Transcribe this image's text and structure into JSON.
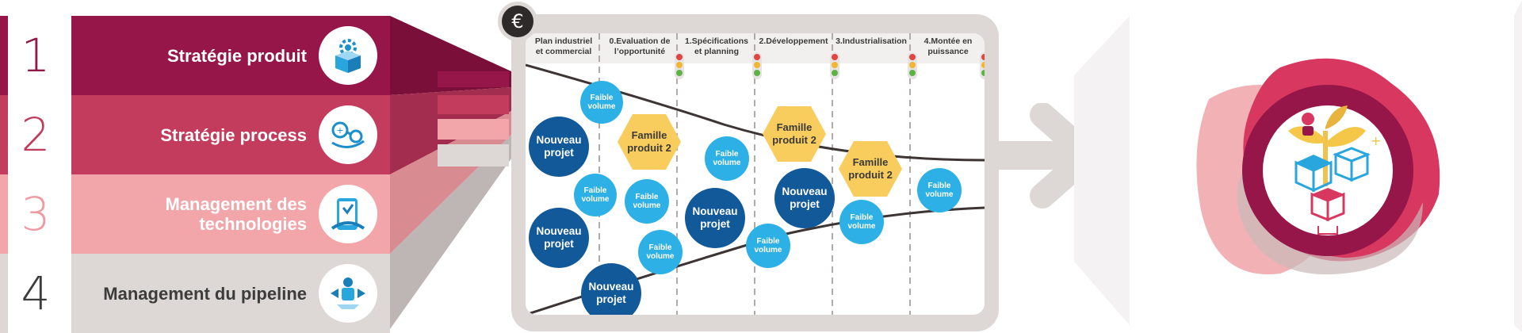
{
  "rows": [
    {
      "number": "1",
      "label": "Stratégie produit",
      "icon": "box-gear-icon",
      "color": "#96164a",
      "number_color": "#8f1a48"
    },
    {
      "number": "2",
      "label": "Stratégie process",
      "icon": "process-nodes-icon",
      "color": "#c33c5e",
      "number_color": "#c03c5c"
    },
    {
      "number": "3",
      "label": "Management des technologies",
      "icon": "tablet-hand-icon",
      "color": "#f3a6aa",
      "number_color": "#ef9aa2"
    },
    {
      "number": "4",
      "label": "Management du pipeline",
      "icon": "person-arrows-icon",
      "color": "#ddd7d6",
      "number_color": "#3c3c3c"
    }
  ],
  "pipeline": {
    "currency_icon": "euro-icon",
    "stages": [
      "Plan industriel et commercial",
      "0.Evaluation de l’opportunité",
      "1.Spécifications et planning",
      "2.Développement",
      "3.Industrialisation",
      "4.Montée en puissance"
    ],
    "gate_numbers": [
      "0",
      "1",
      "2",
      "3",
      "4"
    ],
    "projects": {
      "new_project": "Nouveau projet",
      "low_volume": "Faible volume",
      "family": "Famille produit 2"
    }
  },
  "colors": {
    "dark_blue": "#12599a",
    "light_blue": "#2cb0e5",
    "hexagon": "#f8cc5d",
    "arrow": "#ddd7d6"
  },
  "right_icons": {
    "arrow": "right-arrow-icon",
    "blob": "innovation-blob-icon"
  }
}
